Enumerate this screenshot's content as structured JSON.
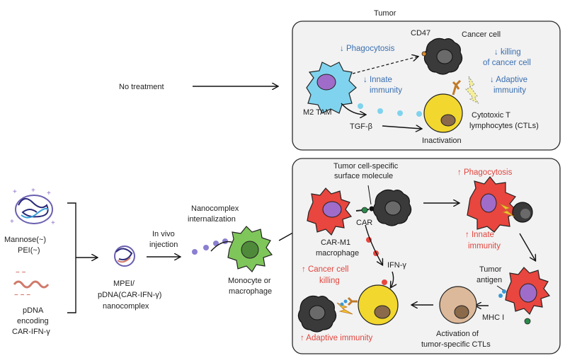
{
  "top": {
    "title": "Tumor",
    "no_treatment": "No treatment",
    "cd47": "CD47",
    "cancer_cell": "Cancer cell",
    "phagocytosis_down": "↓ Phagocytosis",
    "innate_down_1": "↓ Innate",
    "innate_down_2": "immunity",
    "killing_down_1": "↓ killing",
    "killing_down_2": "of cancer cell",
    "adaptive_down_1": "↓ Adaptive",
    "adaptive_down_2": "immunity",
    "m2_tam": "M2 TAM",
    "tgf_beta": "TGF-β",
    "inactivation": "Inactivation",
    "ctl_1": "Cytotoxic T",
    "ctl_2": "lymphocytes (CTLs)"
  },
  "left": {
    "mannose": "Mannose(~)",
    "pei": "PEI(~)",
    "pdna_1": "pDNA",
    "pdna_2": "encoding",
    "pdna_3": "CAR-IFN-γ",
    "mpei_1": "MPEI/",
    "mpei_2": "pDNA(CAR-IFN-γ)",
    "mpei_3": "nanocomplex",
    "invivo_1": "In vivo",
    "invivo_2": "injection",
    "nano_1": "Nanocomplex",
    "nano_2": "internalization",
    "mono_1": "Monocyte or",
    "mono_2": "macrophage"
  },
  "bottom": {
    "surface_1": "Tumor cell-specific",
    "surface_2": "surface molecule",
    "car": "CAR",
    "carm1_1": "CAR-M1",
    "carm1_2": "macrophage",
    "phago_up": "↑ Phagocytosis",
    "innate_up_1": "↑ Innate",
    "innate_up_2": "immunity",
    "ifn": "IFN-γ",
    "killing_up_1": "↑ Cancer cell",
    "killing_up_2": "killing",
    "tumor_antigen_1": "Tumor",
    "tumor_antigen_2": "antigen",
    "mhc": "MHC I",
    "activation_1": "Activation of",
    "activation_2": "tumor-specific CTLs",
    "adaptive_up": "↑ Adaptive immunity"
  },
  "colors": {
    "m2": "#7fd3ee",
    "nucleus": "#a06cc9",
    "cancer": "#3a3a3a",
    "ctl": "#f2d72e",
    "carm1": "#e8463e",
    "mono": "#7fc65a",
    "activated": "#dcb99a",
    "blue_text": "#3a6fb0",
    "red_text": "#e0463f"
  }
}
